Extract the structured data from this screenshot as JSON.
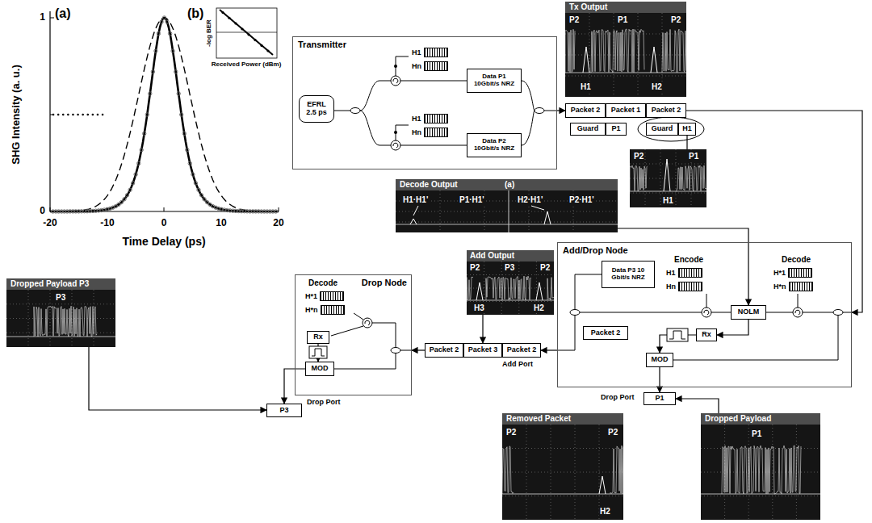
{
  "diagram": {
    "nodes": [
      {
        "text": [
          "Transmitter"
        ]
      },
      {
        "text": [
          "EFRL 2.5 ps"
        ],
        "in": 0
      },
      {
        "text": [
          "Data P1 10Gbit/s NRZ"
        ],
        "in": 0
      },
      {
        "text": [
          "Data P2 10Gbit/s NRZ"
        ],
        "in": 0
      },
      {
        "text": [
          "H1"
        ],
        "in": 0
      },
      {
        "text": [
          "Hn"
        ],
        "in": 0
      },
      {
        "text": [
          "H1"
        ],
        "in": 0
      },
      {
        "text": [
          "Hn"
        ],
        "in": 0
      },
      {
        "text": [
          "Tx Output",
          "P2",
          "P1",
          "P2",
          "H1",
          "H2"
        ]
      },
      {
        "text": [
          "Packet 2"
        ]
      },
      {
        "text": [
          "Packet 1"
        ]
      },
      {
        "text": [
          "Packet 2"
        ]
      },
      {
        "text": [
          "Guard"
        ]
      },
      {
        "text": [
          "P1"
        ]
      },
      {
        "text": [
          "Guard"
        ]
      },
      {
        "text": [
          "H1"
        ]
      },
      {
        "text": [
          "P2",
          "P1",
          "H1"
        ]
      },
      {
        "text": [
          "Decode Output",
          "(a)",
          "H1·H1'",
          "P1·H1'",
          "H2·H1'",
          "P2·H1'"
        ]
      },
      {
        "text": [
          "Add/Drop Node"
        ]
      },
      {
        "text": [
          "Data P3 10 Gbit/s NRZ"
        ],
        "in": 18
      },
      {
        "text": [
          "H1"
        ],
        "in": 18
      },
      {
        "text": [
          "Hn"
        ],
        "in": 18
      },
      {
        "text": [
          "H*1"
        ],
        "in": 18
      },
      {
        "text": [
          "H*n"
        ],
        "in": 18
      },
      {
        "text": [
          "NOLM"
        ],
        "in": 18
      },
      {
        "text": [
          "Rx"
        ],
        "in": 18
      },
      {
        "text": [
          "MOD"
        ],
        "in": 18
      },
      {
        "text": [
          "Packet 2"
        ],
        "in": 18
      },
      {
        "text": [
          "P1"
        ]
      },
      {
        "text": [
          "Add Output",
          "P2",
          "P3",
          "P2",
          "H3",
          "H2"
        ]
      },
      {
        "text": [
          "Packet 2"
        ]
      },
      {
        "text": [
          "Packet 3"
        ]
      },
      {
        "text": [
          "Packet 2"
        ]
      },
      {
        "text": [
          "Drop Node"
        ]
      },
      {
        "text": [
          "H*1"
        ],
        "in": 33
      },
      {
        "text": [
          "H*n"
        ],
        "in": 33
      },
      {
        "text": [
          "Rx"
        ],
        "in": 33
      },
      {
        "text": [
          "MOD"
        ],
        "in": 33
      },
      {
        "text": [
          "P3"
        ]
      },
      {
        "text": [
          "Dropped Payload P3",
          "P3"
        ]
      },
      {
        "text": [
          "Removed Packet",
          "P2",
          "P2",
          "H2"
        ]
      },
      {
        "text": [
          "Dropped Payload",
          "P1"
        ]
      }
    ],
    "edges": [
      {
        "from": 0,
        "to": 9,
        "arrow": "to"
      },
      {
        "from": 11,
        "to": 18,
        "arrow": "to"
      },
      {
        "from": 15,
        "to": 16,
        "arrow": "none"
      },
      {
        "from": 17,
        "to": 24,
        "arrow": "to"
      },
      {
        "from": 24,
        "to": 25,
        "arrow": "to"
      },
      {
        "from": 25,
        "to": 26,
        "arrow": "to"
      },
      {
        "from": 26,
        "to": 28,
        "arrow": "to"
      },
      {
        "from": 41,
        "to": 28,
        "arrow": "to"
      },
      {
        "from": 18,
        "to": 32,
        "arrow": "to"
      },
      {
        "from": 29,
        "to": 31,
        "arrow": "to"
      },
      {
        "from": 30,
        "to": 33,
        "arrow": "to"
      },
      {
        "from": 36,
        "to": 37,
        "arrow": "to"
      },
      {
        "from": 37,
        "to": 38,
        "arrow": "to"
      },
      {
        "from": 39,
        "to": 38,
        "arrow": "to"
      }
    ],
    "labels": [
      "(a)",
      "(b)",
      "SHG Intensity (a. u.)",
      "1",
      "0",
      "-20",
      "-10",
      "0",
      "10",
      "20",
      "Time Delay (ps)",
      "-log BER",
      "Received Power (dBm)",
      "Encode",
      "Decode",
      "Decode",
      "Drop Port",
      "Add Port",
      "Drop Port"
    ]
  }
}
